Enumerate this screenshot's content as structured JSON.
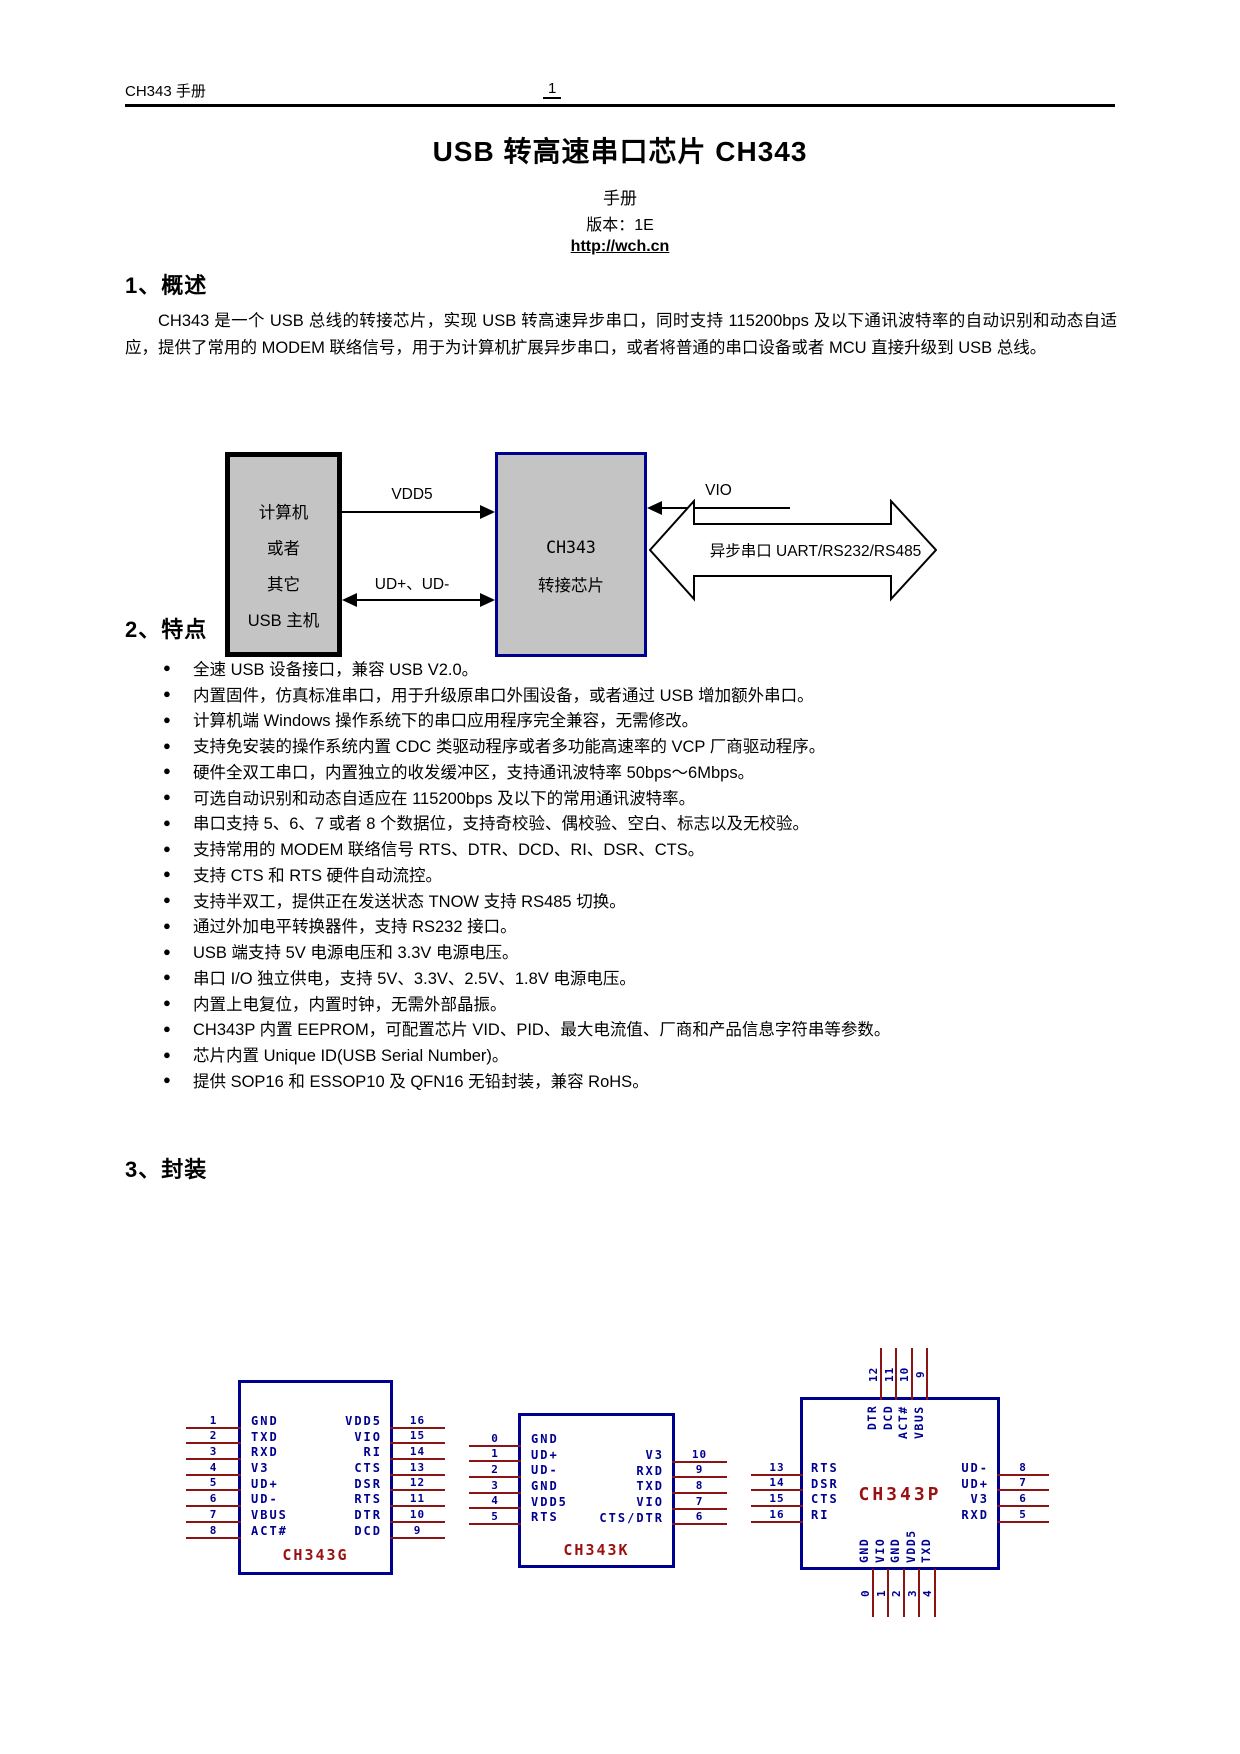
{
  "header": {
    "doc_title": "CH343 手册",
    "page_number": "1"
  },
  "titleblock": {
    "title": "USB 转高速串口芯片 CH343",
    "subtitle": "手册",
    "version": "版本：1E",
    "link": "http://wch.cn"
  },
  "sections": {
    "overview": "1、概述",
    "features": "2、特点",
    "packages": "3、封装"
  },
  "overview": {
    "paragraph": "CH343 是一个 USB 总线的转接芯片，实现 USB 转高速异步串口，同时支持 115200bps 及以下通讯波特率的自动识别和动态自适应，提供了常用的 MODEM 联络信号，用于为计算机扩展异步串口，或者将普通的串口设备或者 MCU 直接升级到 USB 总线。"
  },
  "diagram": {
    "host_box_lines": [
      "计算机",
      "或者",
      "其它",
      "USB 主机"
    ],
    "chip_box_lines": [
      "CH343",
      "转接芯片"
    ],
    "vdd5_label": "VDD5",
    "vio_label": "VIO",
    "usb_label": "UD+、UD-",
    "uart_label": "异步串口 UART/RS232/RS485"
  },
  "features": {
    "bullet": "●",
    "items": [
      "全速 USB 设备接口，兼容 USB V2.0。",
      "内置固件，仿真标准串口，用于升级原串口外围设备，或者通过 USB 增加额外串口。",
      "计算机端 Windows 操作系统下的串口应用程序完全兼容，无需修改。",
      "支持免安装的操作系统内置 CDC 类驱动程序或者多功能高速率的 VCP 厂商驱动程序。",
      "硬件全双工串口，内置独立的收发缓冲区，支持通讯波特率 50bps～6Mbps。",
      "可选自动识别和动态自适应在 115200bps 及以下的常用通讯波特率。",
      "串口支持 5、6、7 或者 8 个数据位，支持奇校验、偶校验、空白、标志以及无校验。",
      "支持常用的 MODEM 联络信号 RTS、DTR、DCD、RI、DSR、CTS。",
      "支持 CTS 和 RTS 硬件自动流控。",
      "支持半双工，提供正在发送状态 TNOW 支持 RS485 切换。",
      "通过外加电平转换器件，支持 RS232 接口。",
      "USB 端支持 5V 电源电压和 3.3V 电源电压。",
      "串口 I/O 独立供电，支持 5V、3.3V、2.5V、1.8V 电源电压。",
      "内置上电复位，内置时钟，无需外部晶振。",
      "CH343P 内置 EEPROM，可配置芯片 VID、PID、最大电流值、厂商和产品信息字符串等参数。",
      "芯片内置 Unique ID(USB Serial Number)。",
      "提供 SOP16 和 ESSOP10 及 QFN16 无铅封装，兼容 RoHS。"
    ]
  },
  "packages": {
    "chips": [
      {
        "name": "CH343G",
        "left_pins": [
          {
            "num": "1",
            "label": "GND"
          },
          {
            "num": "2",
            "label": "TXD"
          },
          {
            "num": "3",
            "label": "RXD"
          },
          {
            "num": "4",
            "label": "V3"
          },
          {
            "num": "5",
            "label": "UD+"
          },
          {
            "num": "6",
            "label": "UD-"
          },
          {
            "num": "7",
            "label": "VBUS"
          },
          {
            "num": "8",
            "label": "ACT#"
          }
        ],
        "right_pins": [
          {
            "num": "16",
            "label": "VDD5"
          },
          {
            "num": "15",
            "label": "VIO"
          },
          {
            "num": "14",
            "label": "RI"
          },
          {
            "num": "13",
            "label": "CTS"
          },
          {
            "num": "12",
            "label": "DSR"
          },
          {
            "num": "11",
            "label": "RTS"
          },
          {
            "num": "10",
            "label": "DTR"
          },
          {
            "num": "9",
            "label": "DCD"
          }
        ]
      },
      {
        "name": "CH343K",
        "left_pins": [
          {
            "num": "0",
            "label": "GND"
          },
          {
            "num": "1",
            "label": "UD+"
          },
          {
            "num": "2",
            "label": "UD-"
          },
          {
            "num": "3",
            "label": "GND"
          },
          {
            "num": "4",
            "label": "VDD5"
          },
          {
            "num": "5",
            "label": "RTS"
          }
        ],
        "right_pins": [
          {
            "num": "10",
            "label": "V3"
          },
          {
            "num": "9",
            "label": "RXD"
          },
          {
            "num": "8",
            "label": "TXD"
          },
          {
            "num": "7",
            "label": "VIO"
          },
          {
            "num": "6",
            "label": "CTS/DTR"
          }
        ]
      },
      {
        "name": "CH343P",
        "top_pins": [
          {
            "num": "12",
            "label": "DTR"
          },
          {
            "num": "11",
            "label": "DCD"
          },
          {
            "num": "10",
            "label": "ACT#"
          },
          {
            "num": "9",
            "label": "VBUS"
          }
        ],
        "left_pins": [
          {
            "num": "13",
            "label": "RTS"
          },
          {
            "num": "14",
            "label": "DSR"
          },
          {
            "num": "15",
            "label": "CTS"
          },
          {
            "num": "16",
            "label": "RI"
          }
        ],
        "right_pins": [
          {
            "num": "8",
            "label": "UD-"
          },
          {
            "num": "7",
            "label": "UD+"
          },
          {
            "num": "6",
            "label": "V3"
          },
          {
            "num": "5",
            "label": "RXD"
          }
        ],
        "bottom_pins": [
          {
            "num": "0",
            "label": "GND"
          },
          {
            "num": "1",
            "label": "VIO"
          },
          {
            "num": "2",
            "label": "GND"
          },
          {
            "num": "3",
            "label": "VDD5"
          },
          {
            "num": "4",
            "label": "TXD"
          }
        ]
      }
    ]
  },
  "colors": {
    "pin_text_navy": "#000090",
    "pin_line_maroon": "#8b1414",
    "chip_name_red": "#991111",
    "diagram_box_gray": "#c4c4c4"
  }
}
